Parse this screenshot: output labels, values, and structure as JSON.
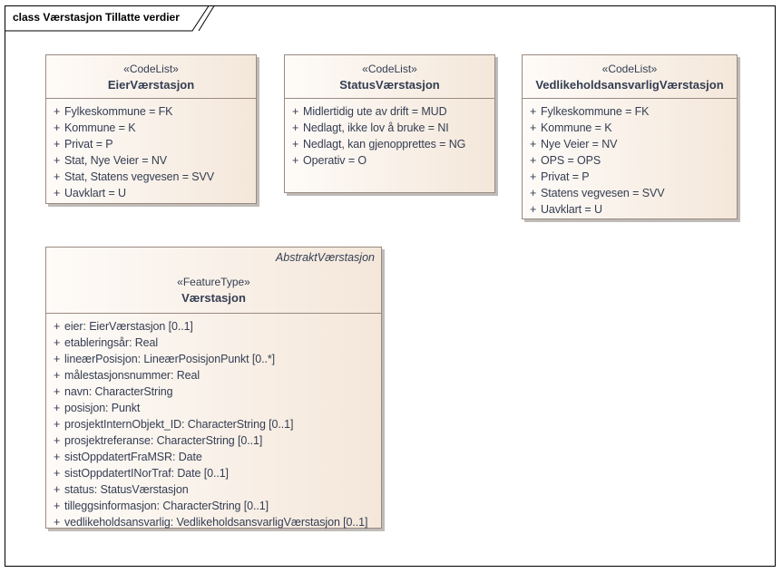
{
  "diagram": {
    "title": "class Værstasjon Tillatte verdier"
  },
  "boxes": [
    {
      "stereotype": "«CodeList»",
      "name": "EierVærstasjon",
      "attributes": [
        {
          "vis": "+",
          "label": "Fylkeskommune = FK"
        },
        {
          "vis": "+",
          "label": "Kommune = K"
        },
        {
          "vis": "+",
          "label": "Privat = P"
        },
        {
          "vis": "+",
          "label": "Stat, Nye Veier = NV"
        },
        {
          "vis": "+",
          "label": "Stat, Statens vegvesen = SVV"
        },
        {
          "vis": "+",
          "label": "Uavklart = U"
        }
      ]
    },
    {
      "stereotype": "«CodeList»",
      "name": "StatusVærstasjon",
      "attributes": [
        {
          "vis": "+",
          "label": "Midlertidig ute av drift = MUD"
        },
        {
          "vis": "+",
          "label": "Nedlagt, ikke lov å bruke = NI"
        },
        {
          "vis": "+",
          "label": "Nedlagt, kan gjenopprettes = NG"
        },
        {
          "vis": "+",
          "label": "Operativ = O"
        }
      ]
    },
    {
      "stereotype": "«CodeList»",
      "name": "VedlikeholdsansvarligVærstasjon",
      "attributes": [
        {
          "vis": "+",
          "label": "Fylkeskommune = FK"
        },
        {
          "vis": "+",
          "label": "Kommune = K"
        },
        {
          "vis": "+",
          "label": "Nye Veier = NV"
        },
        {
          "vis": "+",
          "label": "OPS = OPS"
        },
        {
          "vis": "+",
          "label": "Privat = P"
        },
        {
          "vis": "+",
          "label": "Statens vegvesen = SVV"
        },
        {
          "vis": "+",
          "label": "Uavklart = U"
        }
      ]
    },
    {
      "tagline": "AbstraktVærstasjon",
      "stereotype": "«FeatureType»",
      "name": "Værstasjon",
      "attributes": [
        {
          "vis": "+",
          "label": "eier: EierVærstasjon [0..1]"
        },
        {
          "vis": "+",
          "label": "etableringsår: Real"
        },
        {
          "vis": "+",
          "label": "lineærPosisjon: LineærPosisjonPunkt [0..*]"
        },
        {
          "vis": "+",
          "label": "målestasjonsnummer: Real"
        },
        {
          "vis": "+",
          "label": "navn: CharacterString"
        },
        {
          "vis": "+",
          "label": "posisjon: Punkt"
        },
        {
          "vis": "+",
          "label": "prosjektInternObjekt_ID: CharacterString [0..1]"
        },
        {
          "vis": "+",
          "label": "prosjektreferanse: CharacterString [0..1]"
        },
        {
          "vis": "+",
          "label": "sistOppdatertFraMSR: Date"
        },
        {
          "vis": "+",
          "label": "sistOppdatertINorTraf: Date [0..1]"
        },
        {
          "vis": "+",
          "label": "status: StatusVærstasjon"
        },
        {
          "vis": "+",
          "label": "tilleggsinformasjon: CharacterString [0..1]"
        },
        {
          "vis": "+",
          "label": "vedlikeholdsansvarlig: VedlikeholdsansvarligVærstasjon [0..1]"
        }
      ]
    }
  ],
  "colors": {
    "box_fill_left": "#fefbf8",
    "box_fill_right": "#f4e7da",
    "box_border": "#9a8a80",
    "text": "#343d52",
    "shadow": "#bfbbb8",
    "frame_border": "#000000"
  }
}
